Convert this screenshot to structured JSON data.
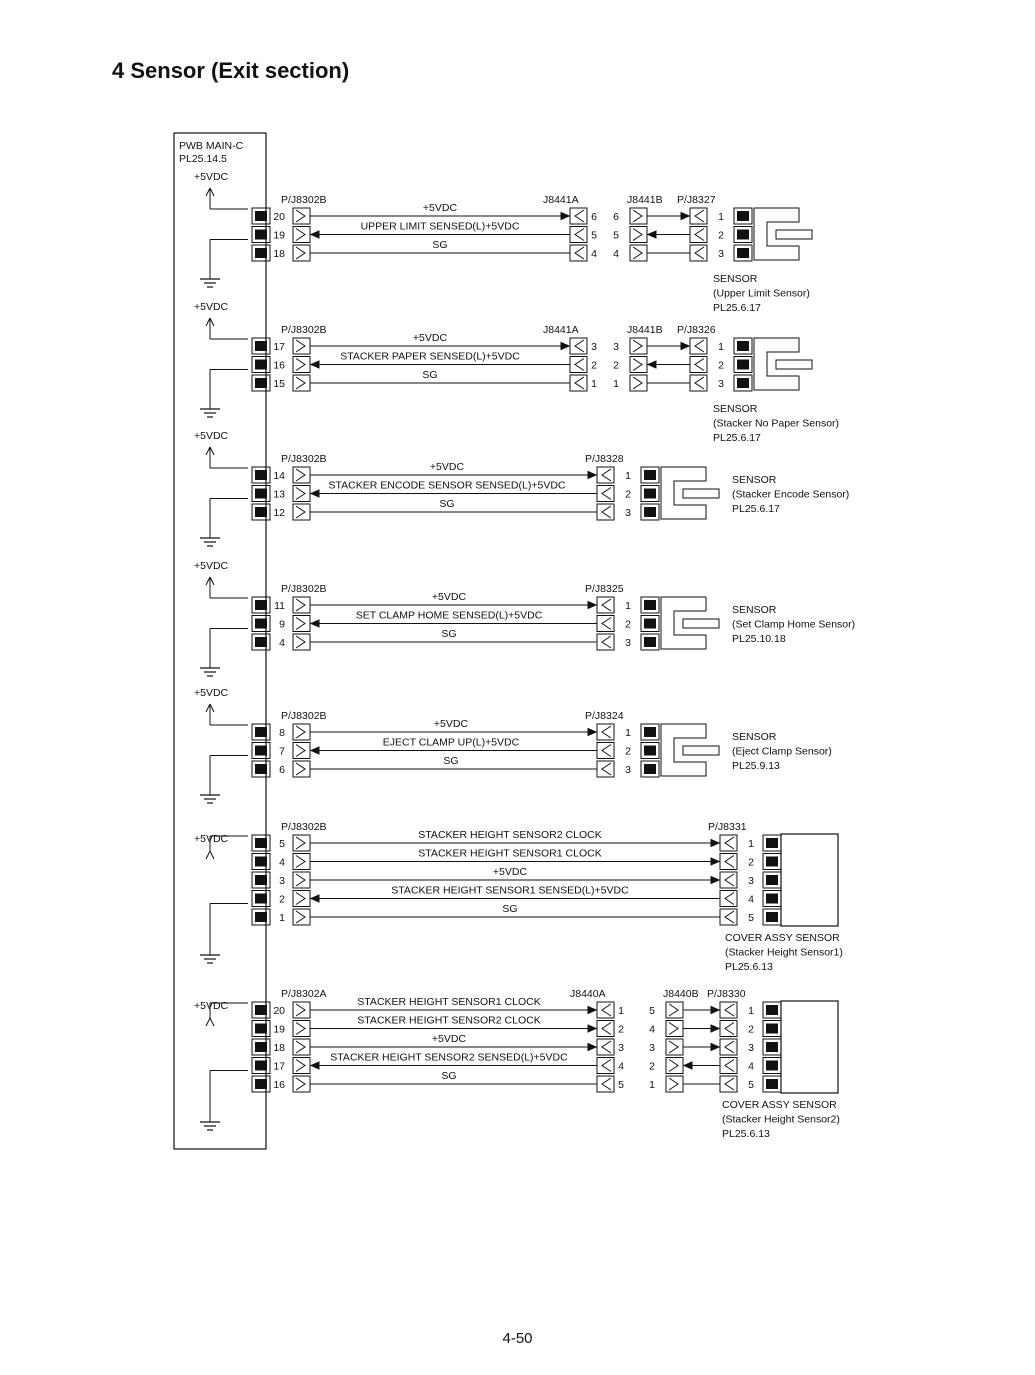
{
  "page": {
    "title": "4 Sensor (Exit section)",
    "page_number": "4-50"
  },
  "board": {
    "name": "PWB MAIN-C",
    "ref": "PL25.14.5",
    "supply_label": "+5VDC"
  },
  "circuits": [
    {
      "id": "upper-limit",
      "board_connector": "P/J8302B",
      "pins": [
        "20",
        "19",
        "18"
      ],
      "signals": [
        {
          "label": "+5VDC",
          "dir": "out"
        },
        {
          "label": "UPPER LIMIT SENSED(L)+5VDC",
          "dir": "in"
        },
        {
          "label": "SG",
          "dir": "none"
        }
      ],
      "relay": {
        "a_label": "J8441A",
        "b_label": "J8441B",
        "a_pins": [
          "6",
          "5",
          "4"
        ],
        "b_pins": [
          "6",
          "5",
          "4"
        ]
      },
      "device_connector": "P/J8327",
      "device_pins": [
        "1",
        "2",
        "3"
      ],
      "device_type": "sensor",
      "device_lines": [
        "SENSOR",
        "(Upper Limit Sensor)",
        "PL25.6.17"
      ]
    },
    {
      "id": "stacker-no-paper",
      "board_connector": "P/J8302B",
      "pins": [
        "17",
        "16",
        "15"
      ],
      "signals": [
        {
          "label": "+5VDC",
          "dir": "out"
        },
        {
          "label": "STACKER PAPER SENSED(L)+5VDC",
          "dir": "in"
        },
        {
          "label": "SG",
          "dir": "none"
        }
      ],
      "relay": {
        "a_label": "J8441A",
        "b_label": "J8441B",
        "a_pins": [
          "3",
          "2",
          "1"
        ],
        "b_pins": [
          "3",
          "2",
          "1"
        ]
      },
      "device_connector": "P/J8326",
      "device_pins": [
        "1",
        "2",
        "3"
      ],
      "device_type": "sensor",
      "device_lines": [
        "SENSOR",
        "(Stacker No Paper Sensor)",
        "PL25.6.17"
      ]
    },
    {
      "id": "stacker-encode",
      "board_connector": "P/J8302B",
      "pins": [
        "14",
        "13",
        "12"
      ],
      "signals": [
        {
          "label": "+5VDC",
          "dir": "out"
        },
        {
          "label": "STACKER ENCODE SENSOR SENSED(L)+5VDC",
          "dir": "in"
        },
        {
          "label": "SG",
          "dir": "none"
        }
      ],
      "relay": null,
      "device_connector": "P/J8328",
      "device_pins": [
        "1",
        "2",
        "3"
      ],
      "device_type": "sensor",
      "device_lines": [
        "SENSOR",
        "(Stacker Encode Sensor)",
        "PL25.6.17"
      ]
    },
    {
      "id": "set-clamp-home",
      "board_connector": "P/J8302B",
      "pins": [
        "11",
        "9",
        "4"
      ],
      "signals": [
        {
          "label": "+5VDC",
          "dir": "out"
        },
        {
          "label": "SET CLAMP HOME SENSED(L)+5VDC",
          "dir": "in"
        },
        {
          "label": "SG",
          "dir": "none"
        }
      ],
      "relay": null,
      "device_connector": "P/J8325",
      "device_pins": [
        "1",
        "2",
        "3"
      ],
      "device_type": "sensor",
      "device_lines": [
        "SENSOR",
        "(Set Clamp Home Sensor)",
        "PL25.10.18"
      ]
    },
    {
      "id": "eject-clamp",
      "board_connector": "P/J8302B",
      "pins": [
        "8",
        "7",
        "6"
      ],
      "signals": [
        {
          "label": "+5VDC",
          "dir": "out"
        },
        {
          "label": "EJECT CLAMP UP(L)+5VDC",
          "dir": "in"
        },
        {
          "label": "SG",
          "dir": "none"
        }
      ],
      "relay": null,
      "device_connector": "P/J8324",
      "device_pins": [
        "1",
        "2",
        "3"
      ],
      "device_type": "sensor",
      "device_lines": [
        "SENSOR",
        "(Eject Clamp Sensor)",
        "PL25.9.13"
      ]
    },
    {
      "id": "stacker-height-1",
      "board_connector": "P/J8302B",
      "pins": [
        "5",
        "4",
        "3",
        "2",
        "1"
      ],
      "signals": [
        {
          "label": "STACKER HEIGHT SENSOR2 CLOCK",
          "dir": "out"
        },
        {
          "label": "STACKER HEIGHT SENSOR1 CLOCK",
          "dir": "out"
        },
        {
          "label": "+5VDC",
          "dir": "out"
        },
        {
          "label": "STACKER HEIGHT SENSOR1 SENSED(L)+5VDC",
          "dir": "in"
        },
        {
          "label": "SG",
          "dir": "none"
        }
      ],
      "relay": null,
      "device_connector": "P/J8331",
      "device_pins": [
        "1",
        "2",
        "3",
        "4",
        "5"
      ],
      "device_type": "box",
      "device_lines": [
        "COVER ASSY SENSOR",
        "(Stacker Height Sensor1)",
        "PL25.6.13"
      ]
    },
    {
      "id": "stacker-height-2",
      "board_connector": "P/J8302A",
      "pins": [
        "20",
        "19",
        "18",
        "17",
        "16"
      ],
      "signals": [
        {
          "label": "STACKER HEIGHT SENSOR1 CLOCK",
          "dir": "out"
        },
        {
          "label": "STACKER HEIGHT SENSOR2 CLOCK",
          "dir": "out"
        },
        {
          "label": "+5VDC",
          "dir": "out"
        },
        {
          "label": "STACKER HEIGHT SENSOR2 SENSED(L)+5VDC",
          "dir": "in"
        },
        {
          "label": "SG",
          "dir": "none"
        }
      ],
      "relay": {
        "a_label": "J8440A",
        "b_label": "J8440B",
        "a_pins": [
          "1",
          "2",
          "3",
          "4",
          "5"
        ],
        "b_pins": [
          "5",
          "4",
          "3",
          "2",
          "1"
        ]
      },
      "device_connector": "P/J8330",
      "device_pins": [
        "1",
        "2",
        "3",
        "4",
        "5"
      ],
      "device_type": "box",
      "device_lines": [
        "COVER ASSY SENSOR",
        "(Stacker Height Sensor2)",
        "PL25.6.13"
      ]
    }
  ]
}
